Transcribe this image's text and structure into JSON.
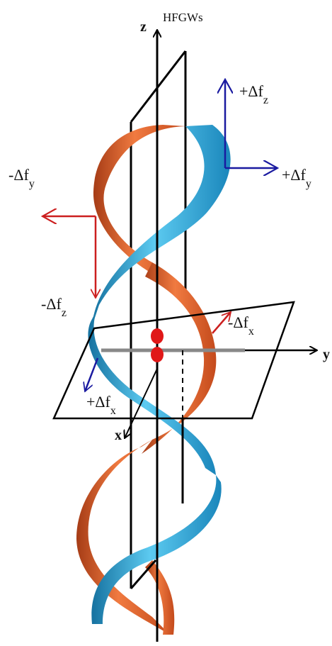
{
  "title": "HFGWs",
  "axes": {
    "z": "z",
    "y": "y",
    "x": "x"
  },
  "labels": {
    "plus_dfz": "+Δf",
    "plus_dfz_sub": "z",
    "plus_dfy": "+Δf",
    "plus_dfy_sub": "y",
    "minus_dfy": "-Δf",
    "minus_dfy_sub": "y",
    "minus_dfz": "-Δf",
    "minus_dfz_sub": "z",
    "minus_dfx": "-Δf",
    "minus_dfx_sub": "x",
    "plus_dfx": "+Δf",
    "plus_dfx_sub": "x"
  },
  "colors": {
    "ribbon_orange": "#e0622b",
    "ribbon_orange_dark": "#a63c16",
    "ribbon_blue": "#2aa8d8",
    "ribbon_blue_dark": "#1672a0",
    "arrow_red": "#cc1f1f",
    "arrow_blue": "#1a1aa0",
    "axis": "#000000",
    "center_dots": "#e01818",
    "gray_bar": "#888888"
  }
}
